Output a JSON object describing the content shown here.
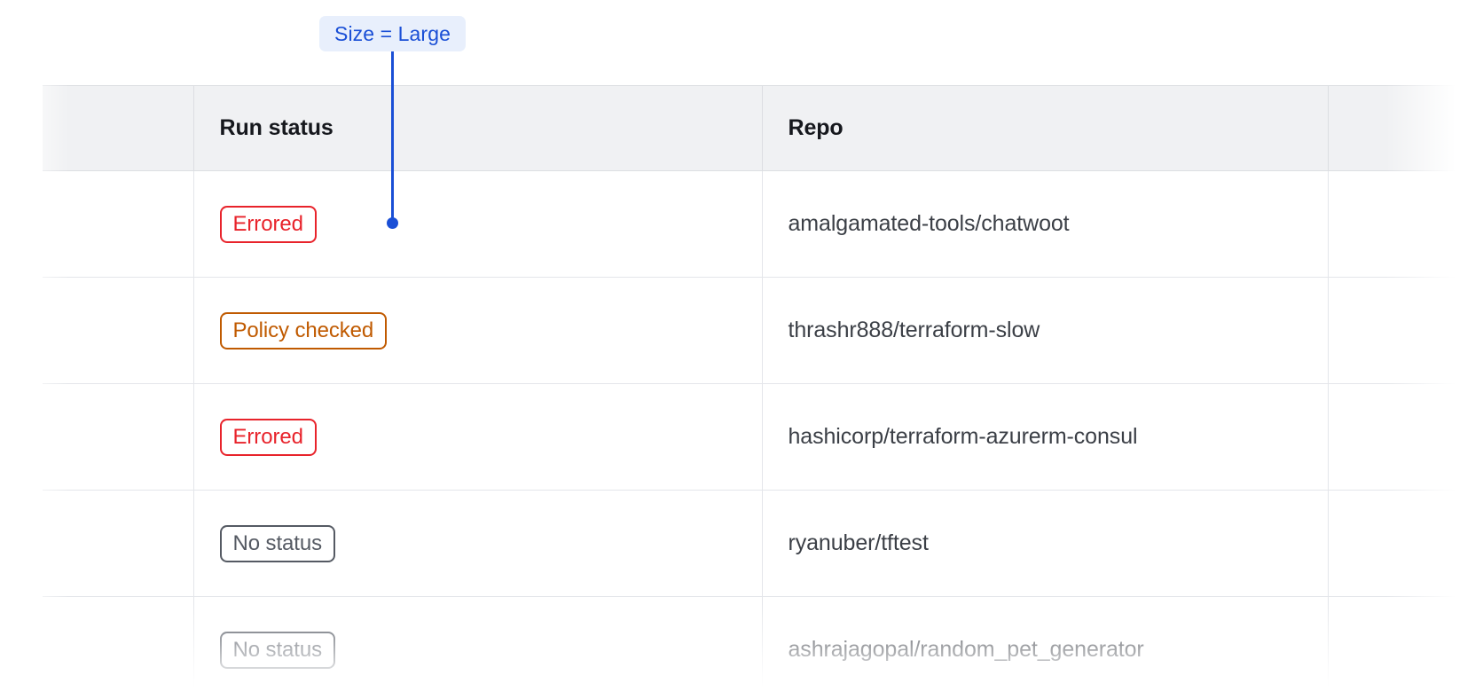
{
  "annotation": {
    "label": "Size = Large",
    "accent_color": "#1a4fd6",
    "badge_background": "#e8effc",
    "connector": "vertical-line-with-dot"
  },
  "table": {
    "columns": [
      {
        "key": "spacer",
        "label": ""
      },
      {
        "key": "run_status",
        "label": "Run status"
      },
      {
        "key": "repo",
        "label": "Repo"
      },
      {
        "key": "extra",
        "label": ""
      }
    ],
    "header_background": "#f0f1f3",
    "border_color": "#dcdee2",
    "rows": [
      {
        "status": "Errored",
        "status_variant": "errored",
        "status_color": "#e8232b",
        "repo": "amalgamated-tools/chatwoot",
        "faded": false
      },
      {
        "status": "Policy checked",
        "status_variant": "policy-checked",
        "status_color": "#c05a00",
        "repo": "thrashr888/terraform-slow",
        "faded": false
      },
      {
        "status": "Errored",
        "status_variant": "errored",
        "status_color": "#e8232b",
        "repo": "hashicorp/terraform-azurerm-consul",
        "faded": false
      },
      {
        "status": "No status",
        "status_variant": "no-status",
        "status_color": "#555a63",
        "repo": "ryanuber/tftest",
        "faded": false
      },
      {
        "status": "No status",
        "status_variant": "no-status",
        "status_color": "#555a63",
        "repo": "ashrajagopal/random_pet_generator",
        "faded": true
      }
    ]
  }
}
